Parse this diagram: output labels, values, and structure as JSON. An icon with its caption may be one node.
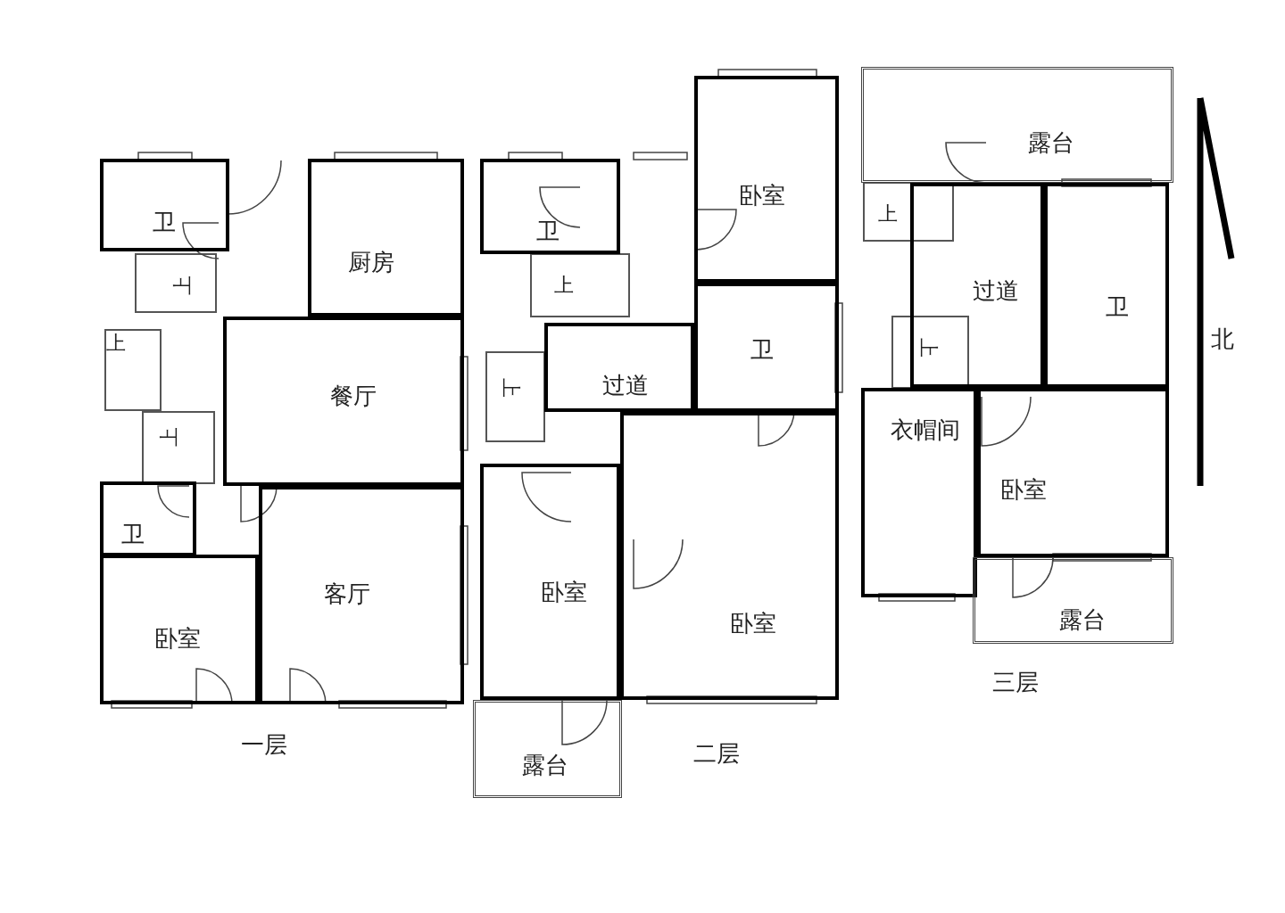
{
  "diagram": {
    "nodes": [
      {
        "text": [
          "卫"
        ]
      },
      {
        "text": [
          "厨房"
        ]
      },
      {
        "text": [
          "餐厅"
        ]
      },
      {
        "text": [
          "卫"
        ]
      },
      {
        "text": [
          "卧室"
        ]
      },
      {
        "text": [
          "客厅"
        ]
      },
      {
        "text": [
          "卫"
        ]
      },
      {
        "text": [
          "卧室"
        ]
      },
      {
        "text": [
          "过道"
        ]
      },
      {
        "text": [
          "卫"
        ]
      },
      {
        "text": [
          "卧室"
        ]
      },
      {
        "text": [
          "卧室"
        ]
      },
      {
        "text": [
          "露台"
        ]
      },
      {
        "text": [
          "露台"
        ]
      },
      {
        "text": [
          "过道"
        ]
      },
      {
        "text": [
          "卫"
        ]
      },
      {
        "text": [
          "衣帽间"
        ]
      },
      {
        "text": [
          "卧室"
        ]
      },
      {
        "text": [
          "露台"
        ]
      }
    ],
    "labels": [
      "上",
      "上",
      "上",
      "上",
      "上",
      "上",
      "上",
      "一层",
      "二层",
      "三层",
      "北"
    ]
  }
}
